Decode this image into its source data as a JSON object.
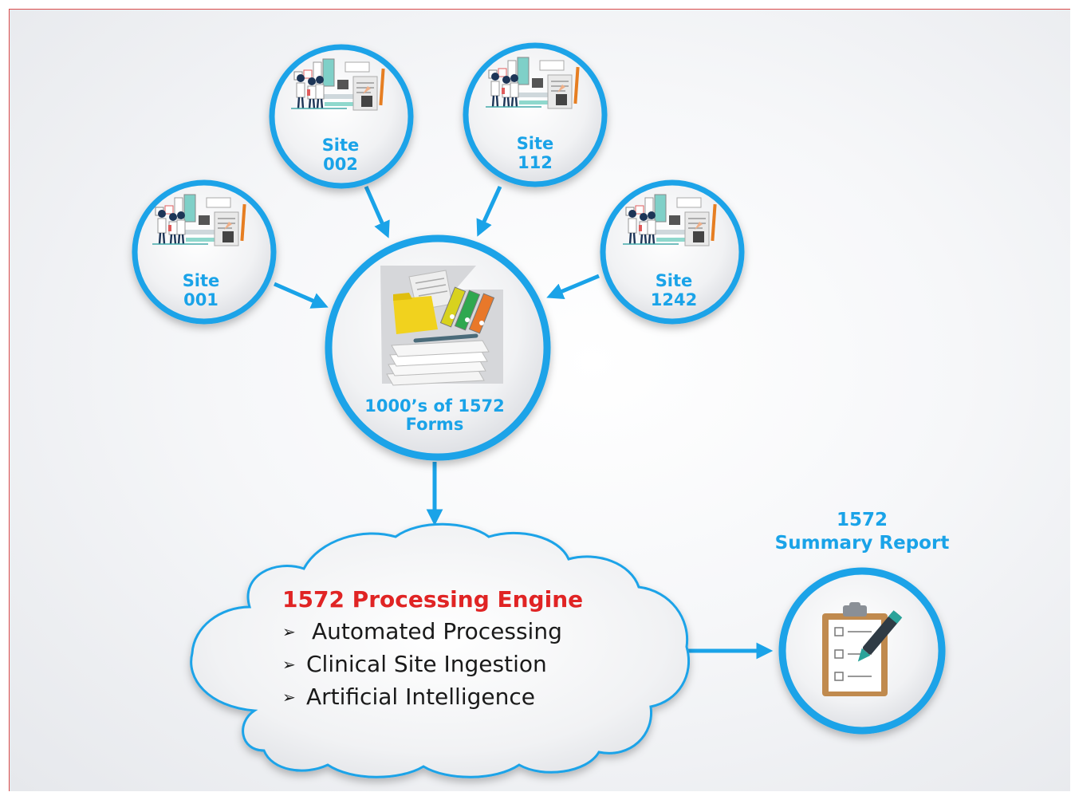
{
  "sites": [
    {
      "line1": "Site",
      "line2": "001"
    },
    {
      "line1": "Site",
      "line2": "002"
    },
    {
      "line1": "Site",
      "line2": "112"
    },
    {
      "line1": "Site",
      "line2": "1242"
    }
  ],
  "hub": {
    "line1": "1000’s of 1572",
    "line2": "Forms"
  },
  "engine": {
    "title": "1572 Processing Engine",
    "items": [
      "Automated Processing",
      "Clinical Site Ingestion",
      "Artificial Intelligence"
    ],
    "bullet": "➢"
  },
  "report": {
    "line1": "1572",
    "line2": "Summary Report"
  },
  "colors": {
    "accent": "#1aa3e8",
    "engine_title": "#e02424",
    "frame_border": "#d94a4a"
  },
  "icons": {
    "sites": "clinic-staff-icon",
    "hub": "document-stack-icon",
    "report": "clipboard-checklist-icon"
  }
}
